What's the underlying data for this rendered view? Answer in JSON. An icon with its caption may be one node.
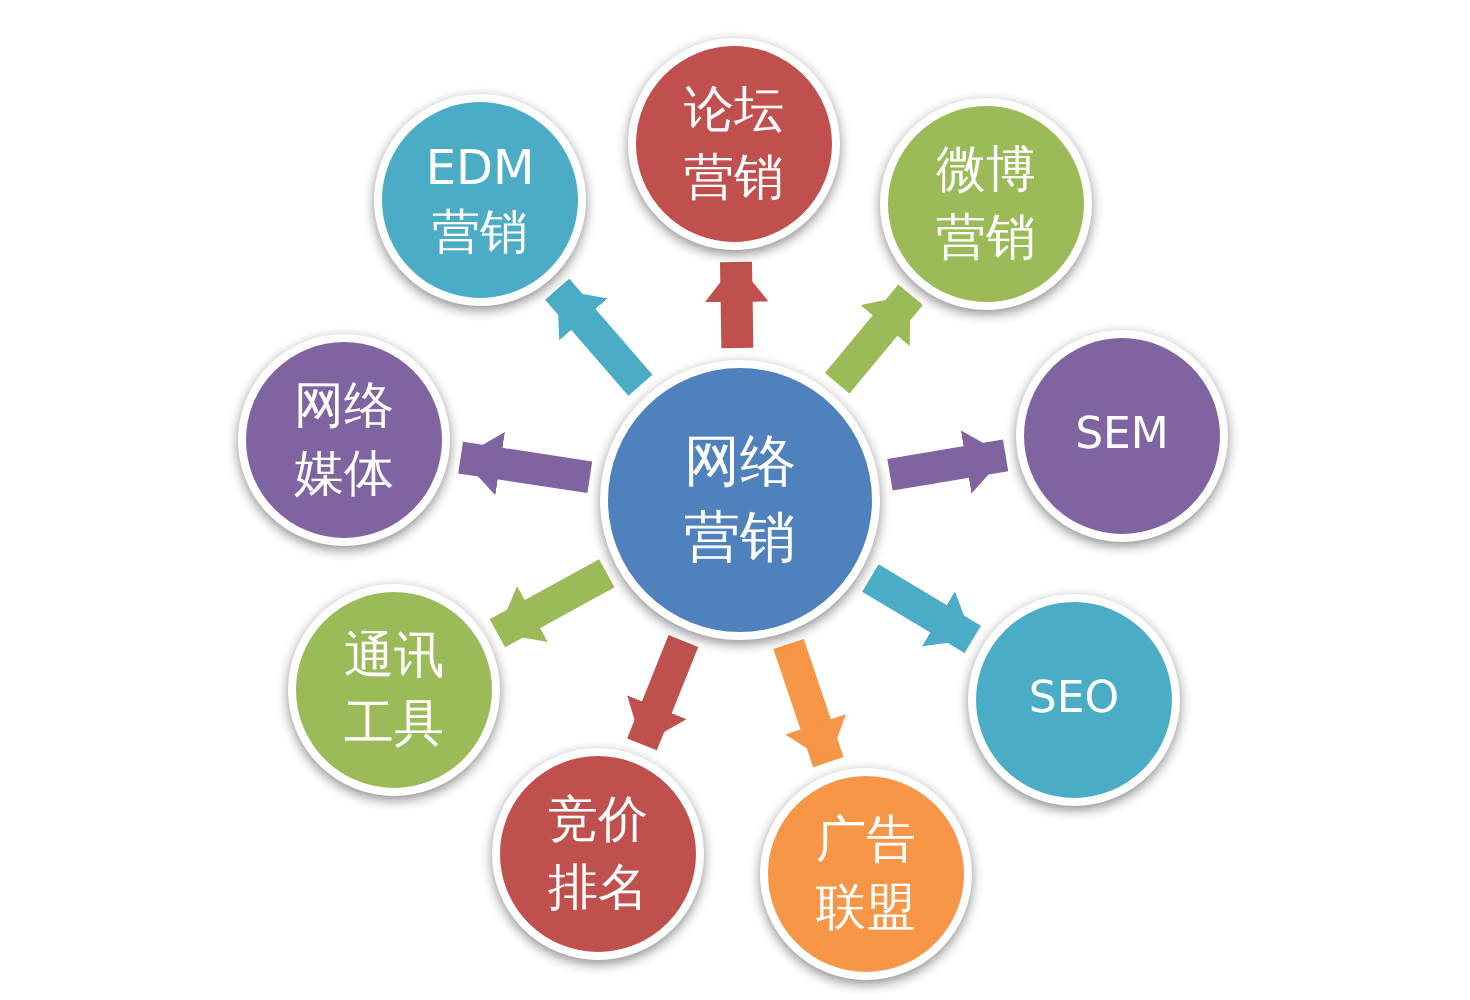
{
  "diagram": {
    "nodes": [
      {
        "text": [
          "网络营销"
        ]
      },
      {
        "text": [
          "论坛营销"
        ]
      },
      {
        "text": [
          "微博营销"
        ]
      },
      {
        "text": [
          "SEM"
        ]
      },
      {
        "text": [
          "SEO"
        ]
      },
      {
        "text": [
          "广告联盟"
        ]
      },
      {
        "text": [
          "竞价排名"
        ]
      },
      {
        "text": [
          "通讯工具"
        ]
      },
      {
        "text": [
          "网络媒体"
        ]
      },
      {
        "text": [
          "EDM营销"
        ]
      }
    ],
    "edges": [
      {
        "from": 0,
        "to": 1,
        "arrow": "to",
        "color": "#c0504d"
      },
      {
        "from": 0,
        "to": 2,
        "arrow": "to",
        "color": "#9bbb59"
      },
      {
        "from": 0,
        "to": 3,
        "arrow": "to",
        "color": "#8064a2"
      },
      {
        "from": 0,
        "to": 4,
        "arrow": "to",
        "color": "#4bacc6"
      },
      {
        "from": 0,
        "to": 5,
        "arrow": "to",
        "color": "#f79646"
      },
      {
        "from": 0,
        "to": 6,
        "arrow": "to",
        "color": "#c0504d"
      },
      {
        "from": 0,
        "to": 7,
        "arrow": "to",
        "color": "#9bbb59"
      },
      {
        "from": 0,
        "to": 8,
        "arrow": "to",
        "color": "#8064a2"
      },
      {
        "from": 0,
        "to": 9,
        "arrow": "to",
        "color": "#4bacc6"
      }
    ]
  }
}
